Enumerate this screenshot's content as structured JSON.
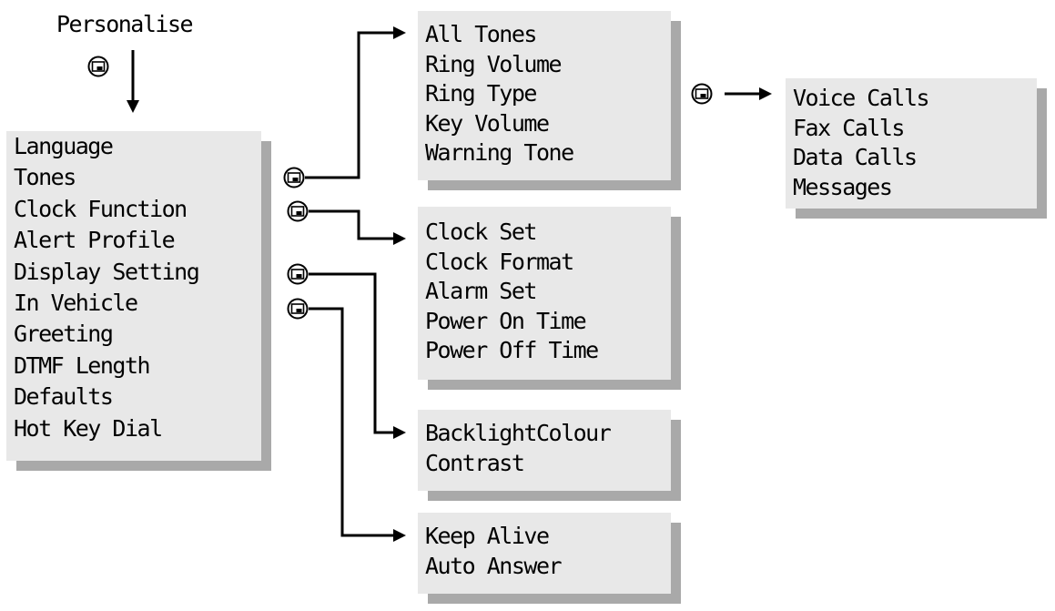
{
  "title": "Personalise",
  "main_menu": {
    "items": [
      "Language",
      "Tones",
      "Clock Function",
      "Alert Profile",
      "Display Setting",
      "In Vehicle",
      "Greeting",
      "DTMF Length",
      "Defaults",
      "Hot Key Dial"
    ]
  },
  "tones_menu": {
    "items": [
      "All Tones",
      "Ring Volume",
      "Ring Type",
      "Key Volume",
      "Warning Tone"
    ]
  },
  "ring_type_menu": {
    "items": [
      "Voice Calls",
      "Fax Calls",
      "Data Calls",
      "Messages"
    ]
  },
  "clock_menu": {
    "items": [
      "Clock Set",
      "Clock Format",
      "Alarm Set",
      "Power On Time",
      "Power Off Time"
    ]
  },
  "display_menu": {
    "items": [
      "BacklightColour",
      "Contrast"
    ]
  },
  "vehicle_menu": {
    "items": [
      "Keep Alive",
      "Auto Answer"
    ]
  },
  "icons": {
    "select_key": "select-key-icon",
    "arrow": "arrow-right-icon"
  },
  "colors": {
    "box_fill": "#e8e8e8",
    "box_shadow": "#a9a9a9",
    "line": "#000000"
  }
}
